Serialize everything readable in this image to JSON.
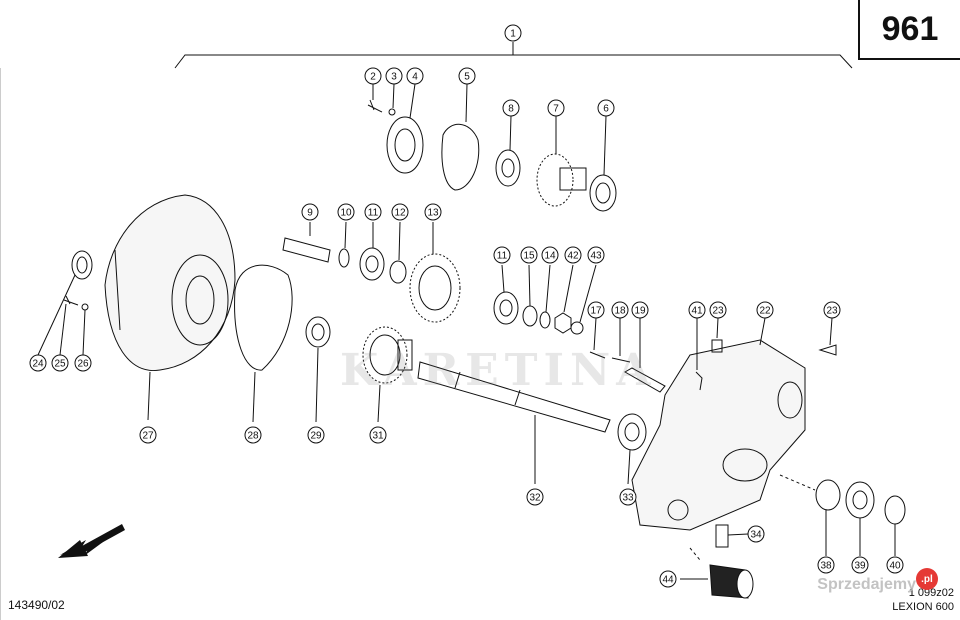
{
  "page_number": "961",
  "drawing_number": "143490/02",
  "drawing_code": "1 099z02",
  "model": "LEXION 600",
  "watermark_text": "KARETINA",
  "site_watermark": "Sprzedajemy",
  "site_badge": ".pl",
  "callouts": [
    {
      "id": "c1",
      "n": "1"
    },
    {
      "id": "c2",
      "n": "2"
    },
    {
      "id": "c3",
      "n": "3"
    },
    {
      "id": "c4",
      "n": "4"
    },
    {
      "id": "c5",
      "n": "5"
    },
    {
      "id": "c6",
      "n": "6"
    },
    {
      "id": "c7",
      "n": "7"
    },
    {
      "id": "c8",
      "n": "8"
    },
    {
      "id": "c9",
      "n": "9"
    },
    {
      "id": "c10",
      "n": "10"
    },
    {
      "id": "c11a",
      "n": "11"
    },
    {
      "id": "c12",
      "n": "12"
    },
    {
      "id": "c13",
      "n": "13"
    },
    {
      "id": "c11b",
      "n": "11"
    },
    {
      "id": "c15",
      "n": "15"
    },
    {
      "id": "c14",
      "n": "14"
    },
    {
      "id": "c42",
      "n": "42"
    },
    {
      "id": "c43",
      "n": "43"
    },
    {
      "id": "c17",
      "n": "17"
    },
    {
      "id": "c18",
      "n": "18"
    },
    {
      "id": "c19",
      "n": "19"
    },
    {
      "id": "c41",
      "n": "41"
    },
    {
      "id": "c23a",
      "n": "23"
    },
    {
      "id": "c22",
      "n": "22"
    },
    {
      "id": "c23b",
      "n": "23"
    },
    {
      "id": "c24",
      "n": "24"
    },
    {
      "id": "c25",
      "n": "25"
    },
    {
      "id": "c26",
      "n": "26"
    },
    {
      "id": "c27",
      "n": "27"
    },
    {
      "id": "c28",
      "n": "28"
    },
    {
      "id": "c29",
      "n": "29"
    },
    {
      "id": "c31",
      "n": "31"
    },
    {
      "id": "c32",
      "n": "32"
    },
    {
      "id": "c33",
      "n": "33"
    },
    {
      "id": "c34",
      "n": "34"
    },
    {
      "id": "c38",
      "n": "38"
    },
    {
      "id": "c39",
      "n": "39"
    },
    {
      "id": "c40",
      "n": "40"
    },
    {
      "id": "c44",
      "n": "44"
    }
  ]
}
